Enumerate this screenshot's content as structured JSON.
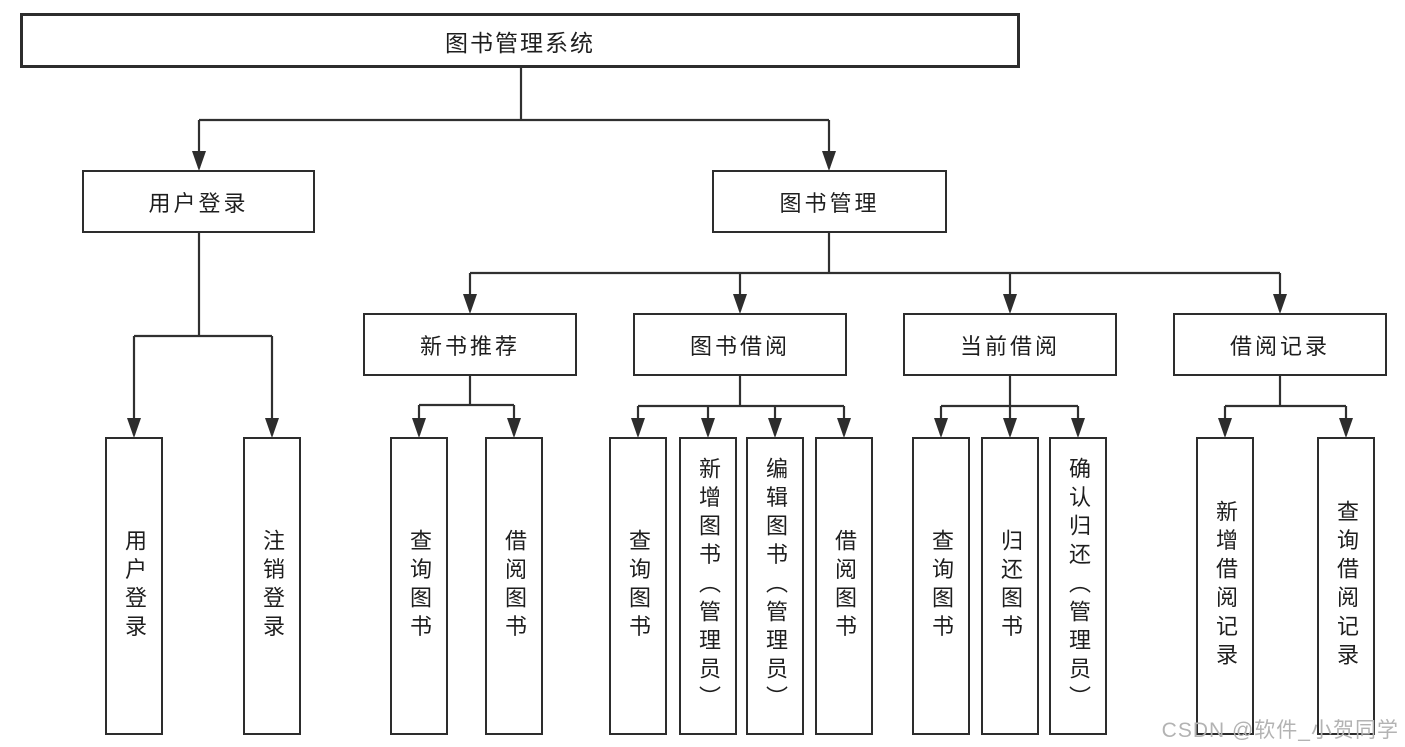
{
  "nodes": {
    "root": "图书管理系统",
    "level2": [
      "用户登录",
      "图书管理"
    ],
    "level3": [
      "新书推荐",
      "图书借阅",
      "当前借阅",
      "借阅记录"
    ],
    "leaves": {
      "login": [
        "用户登录",
        "注销登录"
      ],
      "recommend": [
        "查询图书",
        "借阅图书"
      ],
      "borrow": [
        "查询图书",
        "新增图书（管理员）",
        "编辑图书（管理员）",
        "借阅图书"
      ],
      "current": [
        "查询图书",
        "归还图书",
        "确认归还（管理员）"
      ],
      "records": [
        "新增借阅记录",
        "查询借阅记录"
      ]
    }
  },
  "watermark": "CSDN @软件_小贺同学",
  "colors": {
    "background": "#ffffff",
    "line": "#303030",
    "box_border": "#2d2d2d",
    "text": "#1e1e1e",
    "watermark": "#b3b3b3"
  }
}
